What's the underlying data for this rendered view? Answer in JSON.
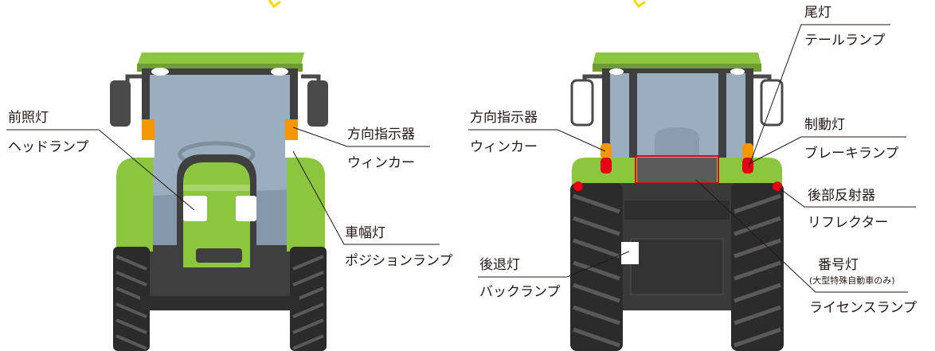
{
  "colors": {
    "body_green": "#8cc63f",
    "glass": "#9aaebf",
    "frame_dark": "#4a4a4a",
    "tire": "#2b2b2b",
    "amber": "#f39800",
    "red": "#e60012",
    "leader_line": "#231815",
    "ground_glow": "#f8e9d2",
    "sun_rays": "#ffd800"
  },
  "front_view": {
    "headlamp": {
      "name": "前照灯",
      "alt": "ヘッドランプ"
    },
    "turn_signal": {
      "name": "方向指示器",
      "alt": "ウィンカー"
    },
    "position_lamp": {
      "name": "車幅灯",
      "alt": "ポジションランプ"
    }
  },
  "rear_view": {
    "tail_lamp": {
      "name": "尾灯",
      "alt": "テールランプ"
    },
    "brake_lamp": {
      "name": "制動灯",
      "alt": "ブレーキランプ"
    },
    "turn_signal": {
      "name": "方向指示器",
      "alt": "ウィンカー"
    },
    "reflector": {
      "name": "後部反射器",
      "alt": "リフレクター"
    },
    "reverse_lamp": {
      "name": "後退灯",
      "alt": "バックランプ"
    },
    "license_lamp": {
      "name": "番号灯",
      "note": "(大型特殊自動車のみ)",
      "alt": "ライセンスランプ"
    }
  }
}
